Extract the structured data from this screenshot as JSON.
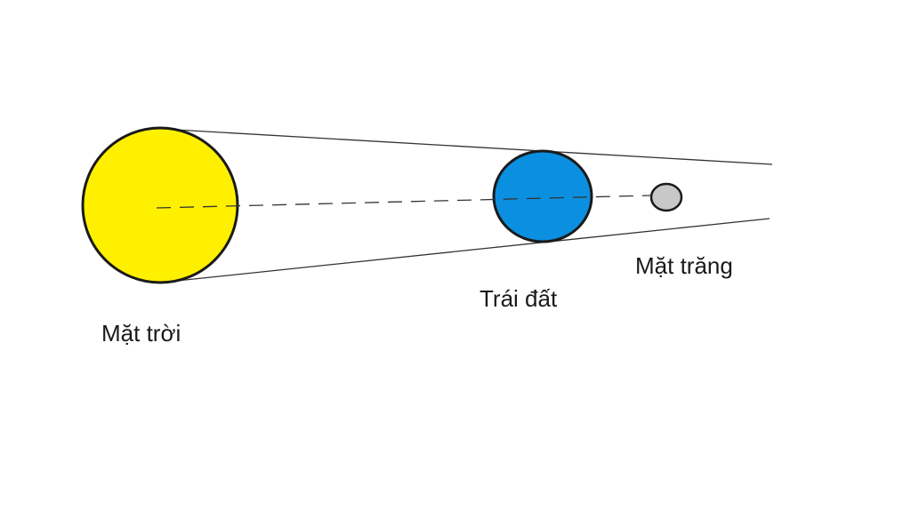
{
  "bodies": {
    "sun": {
      "label": "Mặt trời",
      "color": "#FFF000"
    },
    "earth": {
      "label": "Trái đất",
      "color": "#0B8FE0"
    },
    "moon": {
      "label": "Mặt trăng",
      "color": "#C8C8C8"
    }
  },
  "colors": {
    "outline": "#1a1a1a",
    "rays": "#333333",
    "axis": "#333333",
    "background": "#ffffff"
  }
}
